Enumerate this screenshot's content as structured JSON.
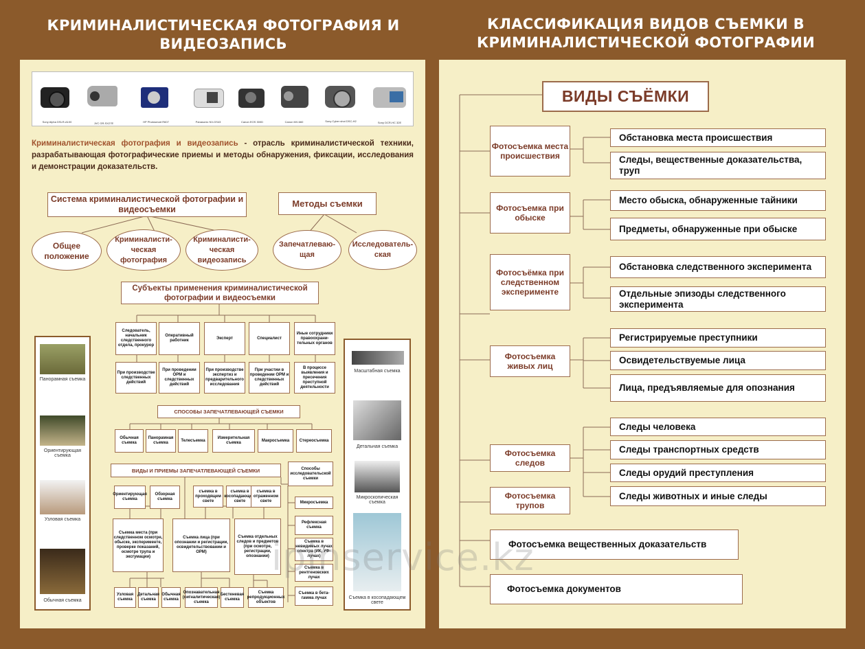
{
  "titles": {
    "left": "КРИМИНАЛИСТИЧЕСКАЯ ФОТОГРАФИЯ И ВИДЕОЗАПИСЬ",
    "right": "КЛАССИФИКАЦИЯ ВИДОВ СЪЕМКИ В КРИМИНАЛИСТИЧЕСКОЙ ФОТОГРАФИИ"
  },
  "cameras": [
    "Sony Alpha DSLR-A100",
    "JVC GR-SX27E",
    "HP Photosmart R607",
    "Panasonic NV-GS43",
    "Canon EOS 300D",
    "Canon MV-660",
    "Sony Cyber shot DSC-H2",
    "Sony DCR-HC 32E"
  ],
  "definition": {
    "term": "Криминалистическая фотография и видеозапись",
    "rest": " - отрасль криминалистической техники, разрабатывающая фотографические приемы и методы обнаружения, фиксации, исследования и демонстрации доказательств."
  },
  "system": {
    "title": "Система криминалистической фотографии и видеосъемки",
    "items": [
      "Общее положение",
      "Криминалисти-ческая фотография",
      "Криминалисти-ческая видеозапись"
    ]
  },
  "methods": {
    "title": "Методы съемки",
    "items": [
      "Запечатлеваю-щая",
      "Исследователь-ская"
    ]
  },
  "subjects": {
    "title": "Субъекты применения криминалистической фотографии и видеосъемки",
    "row1": [
      "Следователь, начальник следственного отдела, прокурор",
      "Оперативный работник",
      "Эксперт",
      "Специалист",
      "Иные сотрудники правоохрани-тельных органов"
    ],
    "row2": [
      "При производстве следственных действий",
      "При проведении ОРМ и следственных действий",
      "При производстве экспертиз и предварительного исследования",
      "При участии в проведении ОРМ и следственных действий",
      "В процессе выявления и пресечения преступной деятельности"
    ]
  },
  "capture_methods": {
    "title": "СПОСОБЫ ЗАПЕЧАТЛЕВАЮЩЕЙ СЪЕМКИ",
    "items": [
      "Обычная съемка",
      "Панорамная съемка",
      "Телесъемка",
      "Измерительная съемка",
      "Макросъемка",
      "Стереосъемка"
    ]
  },
  "kinds": {
    "title": "ВИДЫ И ПРИЕМЫ ЗАПЕЧАТЛЕВАЮЩЕЙ СЪЕМКИ",
    "top": [
      "Ориентирующая съемка",
      "Обзорная съемка",
      "съемка в проходящем свете",
      "съемка в косопадающем свете",
      "съемка в отраженном свете"
    ],
    "main": [
      "Съемка места (при следственном осмотре, обыске, эксперименте, проверке показаний, осмотре трупа и эксгумации)",
      "Съемка лица (при опознании и регистрации, освидетельствовании и ОРМ)",
      "Съемка отдельных следов и предметов (при осмотре, регистрации, опознании)"
    ],
    "bottom": [
      "Узловая съемка",
      "Детальная съемка",
      "Обычная съемка",
      "Опознавательная (сигналитическая) съемка",
      "Бестеневая съемка",
      "Съемка репродукционных объектов"
    ]
  },
  "research": {
    "title": "Способы исследовательской съемки",
    "items": [
      "Микросъемка",
      "Рефлексная съемка",
      "Съемка в невидимых лучах спектра (ИК, УФ-лучах)",
      "Съемка в рентгеновских лучах",
      "Съемка в бета-гамма лучах"
    ]
  },
  "left_photos": [
    "Панорамная съемка",
    "Ориентирующая съемка",
    "Узловая съемка",
    "Обычная съемка"
  ],
  "right_photos": [
    "Масштабная съемка",
    "Детальная съемка",
    "Микроскопическая съемка",
    "Съемка в косопадающем свете"
  ],
  "classification": {
    "header": "ВИДЫ СЪЁМКИ",
    "groups": [
      {
        "label": "Фотосъемка места происшествия",
        "items": [
          "Обстановка места происшествия",
          "Следы, вещественные доказательства, труп"
        ]
      },
      {
        "label": "Фотосъемка при обыске",
        "items": [
          "Место обыска, обнаруженные тайники",
          "Предметы, обнаруженные при обыске"
        ]
      },
      {
        "label": "Фотосъёмка при следственном эксперименте",
        "items": [
          "Обстановка следственного эксперимента",
          "Отдельные эпизоды следственного эксперимента"
        ]
      },
      {
        "label": "Фотосъемка живых лиц",
        "items": [
          "Регистрируемые преступники",
          "Освидетельствуемые лица",
          "Лица, предъявляемые для опознания"
        ]
      },
      {
        "label": "Фотосъемка следов",
        "items": [
          "Следы человека",
          "Следы транспортных средств",
          "Следы орудий преступления",
          "Следы животных и иные следы"
        ]
      },
      {
        "label": "Фотосъемка трупов",
        "items": []
      }
    ],
    "wide": [
      "Фотосъемка вещественных доказательств",
      "Фотосъемка документов"
    ]
  },
  "watermark": "ipinservice.kz"
}
